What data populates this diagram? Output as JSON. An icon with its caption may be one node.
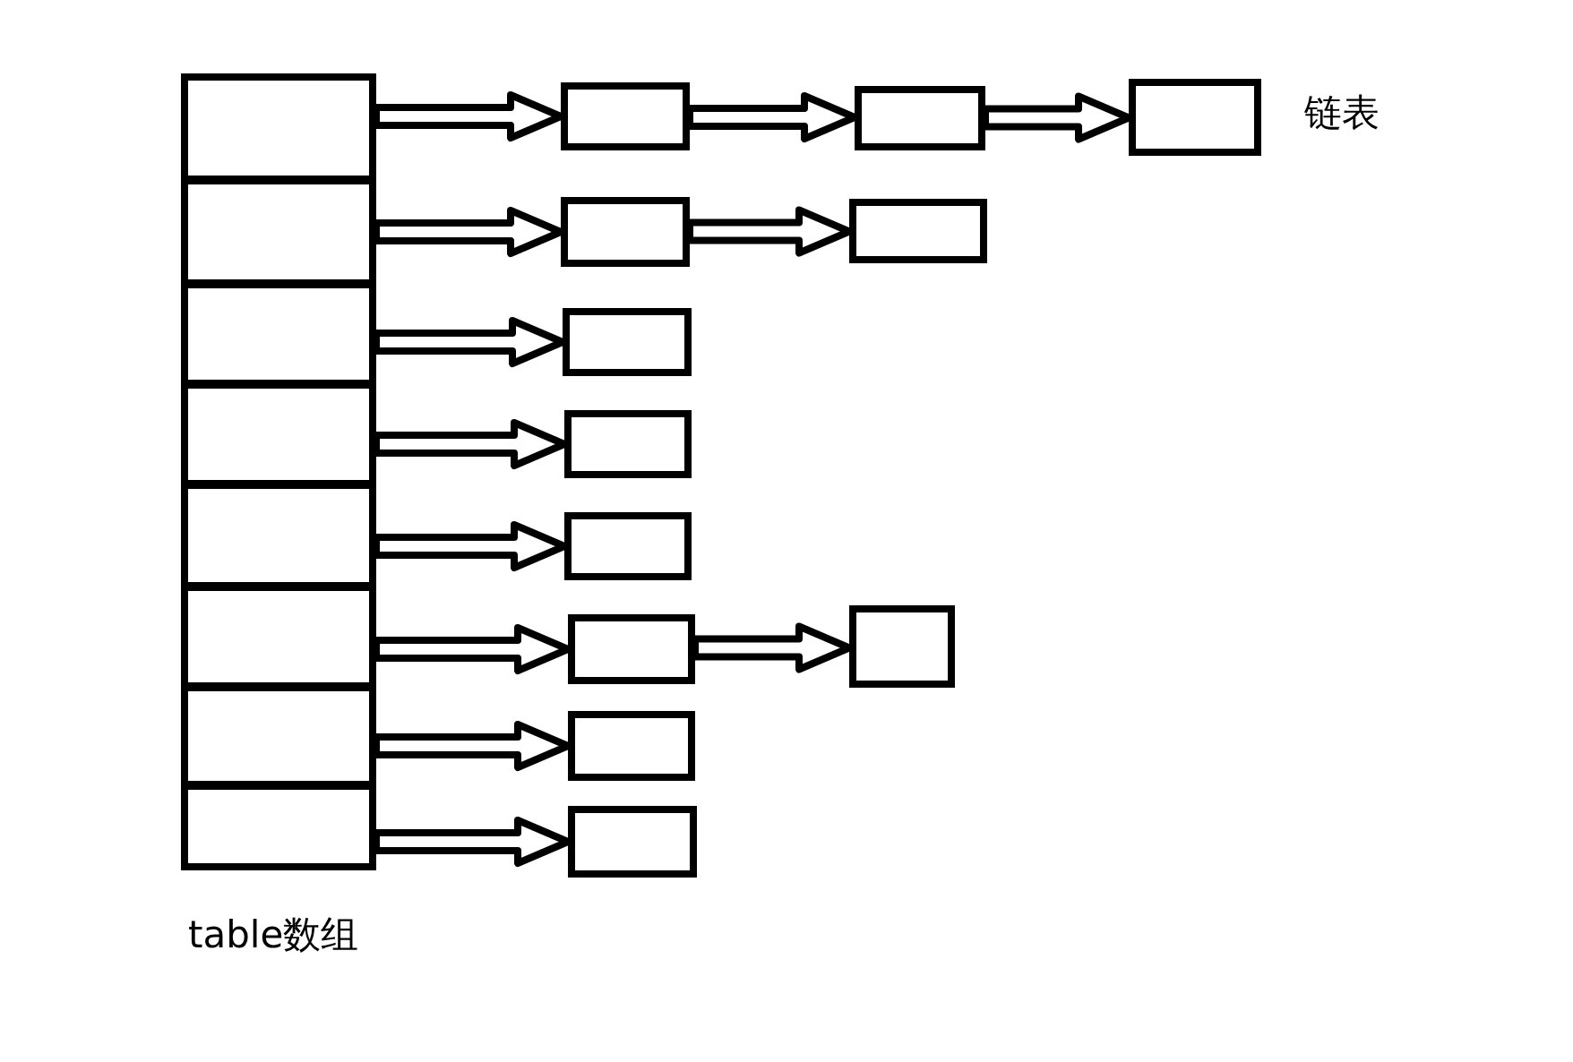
{
  "diagram": {
    "nodes": [
      {
        "text": [],
        "shape": "box"
      },
      {
        "text": [],
        "shape": "box"
      },
      {
        "text": [],
        "shape": "box"
      },
      {
        "text": [],
        "shape": "box"
      },
      {
        "text": [],
        "shape": "box"
      },
      {
        "text": [],
        "shape": "box"
      },
      {
        "text": [],
        "shape": "box"
      },
      {
        "text": [],
        "shape": "box"
      },
      {
        "text": [],
        "shape": "box"
      },
      {
        "text": [],
        "shape": "box"
      },
      {
        "text": [],
        "shape": "box"
      },
      {
        "text": [],
        "shape": "box"
      },
      {
        "text": [],
        "shape": "box"
      },
      {
        "text": [],
        "shape": "box"
      },
      {
        "text": [],
        "shape": "box"
      },
      {
        "text": [],
        "shape": "box"
      },
      {
        "text": [],
        "shape": "box"
      },
      {
        "text": [],
        "shape": "box"
      },
      {
        "text": [],
        "shape": "box"
      },
      {
        "text": [],
        "shape": "box"
      }
    ],
    "edges": [
      {
        "from": 0,
        "to": 8,
        "arrow": "to"
      },
      {
        "from": 8,
        "to": 9,
        "arrow": "to"
      },
      {
        "from": 9,
        "to": 10,
        "arrow": "to"
      },
      {
        "from": 1,
        "to": 11,
        "arrow": "to"
      },
      {
        "from": 11,
        "to": 12,
        "arrow": "to"
      },
      {
        "from": 2,
        "to": 13,
        "arrow": "to"
      },
      {
        "from": 3,
        "to": 14,
        "arrow": "to"
      },
      {
        "from": 4,
        "to": 15,
        "arrow": "to"
      },
      {
        "from": 5,
        "to": 16,
        "arrow": "to"
      },
      {
        "from": 16,
        "to": 17,
        "arrow": "to"
      },
      {
        "from": 6,
        "to": 18,
        "arrow": "to"
      },
      {
        "from": 7,
        "to": 19,
        "arrow": "to"
      }
    ],
    "labels": [
      "链表",
      "table数组"
    ]
  }
}
